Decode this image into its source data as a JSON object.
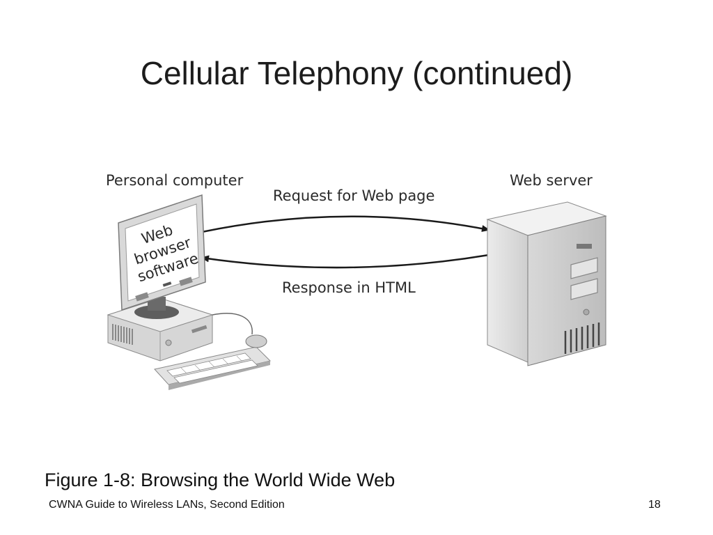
{
  "slide": {
    "title": "Cellular Telephony (continued)",
    "caption": "Figure 1-8: Browsing the World Wide Web",
    "footer": "CWNA Guide to Wireless LANs, Second Edition",
    "page_number": "18"
  },
  "diagram": {
    "pc_label": "Personal computer",
    "server_label": "Web server",
    "request_label": "Request for Web page",
    "response_label": "Response in HTML",
    "screen_text": [
      "Web",
      "browser",
      "software"
    ]
  }
}
